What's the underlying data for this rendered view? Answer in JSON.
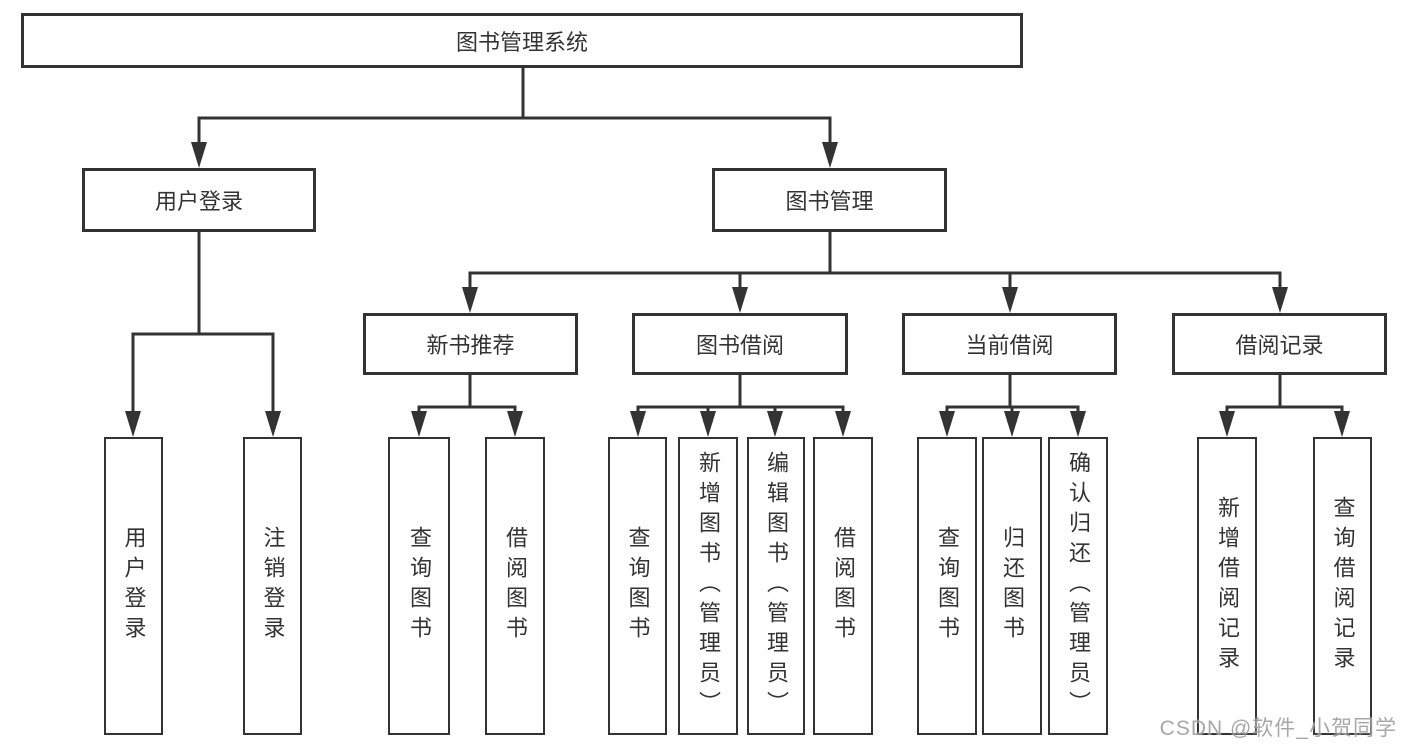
{
  "diagram_title": "图书管理系统",
  "nodes": {
    "root": "图书管理系统",
    "login_branch": "用户登录",
    "management_branch": "图书管理",
    "new_books": "新书推荐",
    "book_borrow": "图书借阅",
    "current_borrow": "当前借阅",
    "borrow_records": "借阅记录",
    "leaf_user_login": "用户登录",
    "leaf_logout": "注销登录",
    "leaf_query_books_1": "查询图书",
    "leaf_borrow_books_1": "借阅图书",
    "leaf_query_books_2": "查询图书",
    "leaf_add_books_admin": "新增图书（管理员）",
    "leaf_edit_books_admin": "编辑图书（管理员）",
    "leaf_borrow_books_2": "借阅图书",
    "leaf_query_books_3": "查询图书",
    "leaf_return_books": "归还图书",
    "leaf_confirm_return_admin": "确认归还（管理员）",
    "leaf_add_borrow_record": "新增借阅记录",
    "leaf_query_borrow_record": "查询借阅记录"
  },
  "watermark": "CSDN @软件_小贺同学",
  "colors": {
    "line": "#333333",
    "text": "#333333",
    "box_background": "#ffffff",
    "watermark": "#9e9e9e"
  }
}
